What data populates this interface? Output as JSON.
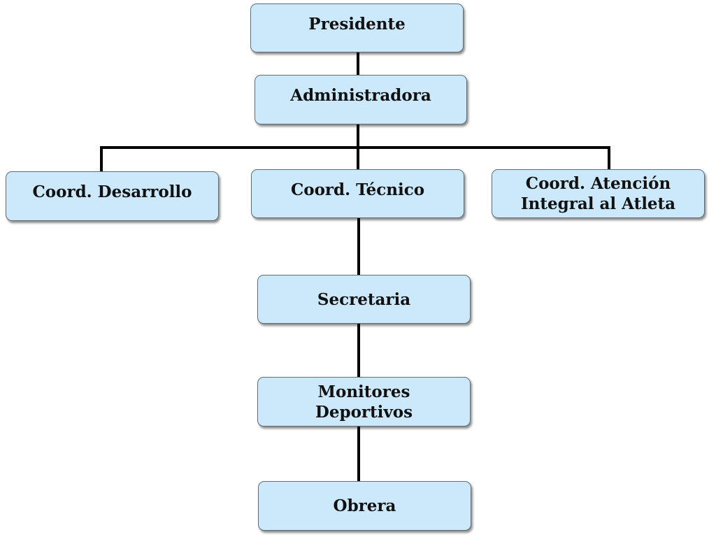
{
  "diagram": {
    "type": "org-chart",
    "colors": {
      "box_fill": "#cce9fb",
      "box_border": "#5f6d78",
      "connector": "#000000",
      "text": "#111111",
      "background": "#ffffff"
    },
    "nodes": {
      "presidente": "Presidente",
      "administradora": "Administradora",
      "coord_desarrollo": "Coord. Desarrollo",
      "coord_tecnico": "Coord. Técnico",
      "coord_atencion": "Coord. Atención\nIntegral al Atleta",
      "secretaria": "Secretaria",
      "monitores": "Monitores\nDeportivos",
      "obrera": "Obrera"
    },
    "edges": [
      [
        "presidente",
        "administradora"
      ],
      [
        "administradora",
        "coord_desarrollo"
      ],
      [
        "administradora",
        "coord_tecnico"
      ],
      [
        "administradora",
        "coord_atencion"
      ],
      [
        "coord_tecnico",
        "secretaria"
      ],
      [
        "secretaria",
        "monitores"
      ],
      [
        "monitores",
        "obrera"
      ]
    ]
  }
}
